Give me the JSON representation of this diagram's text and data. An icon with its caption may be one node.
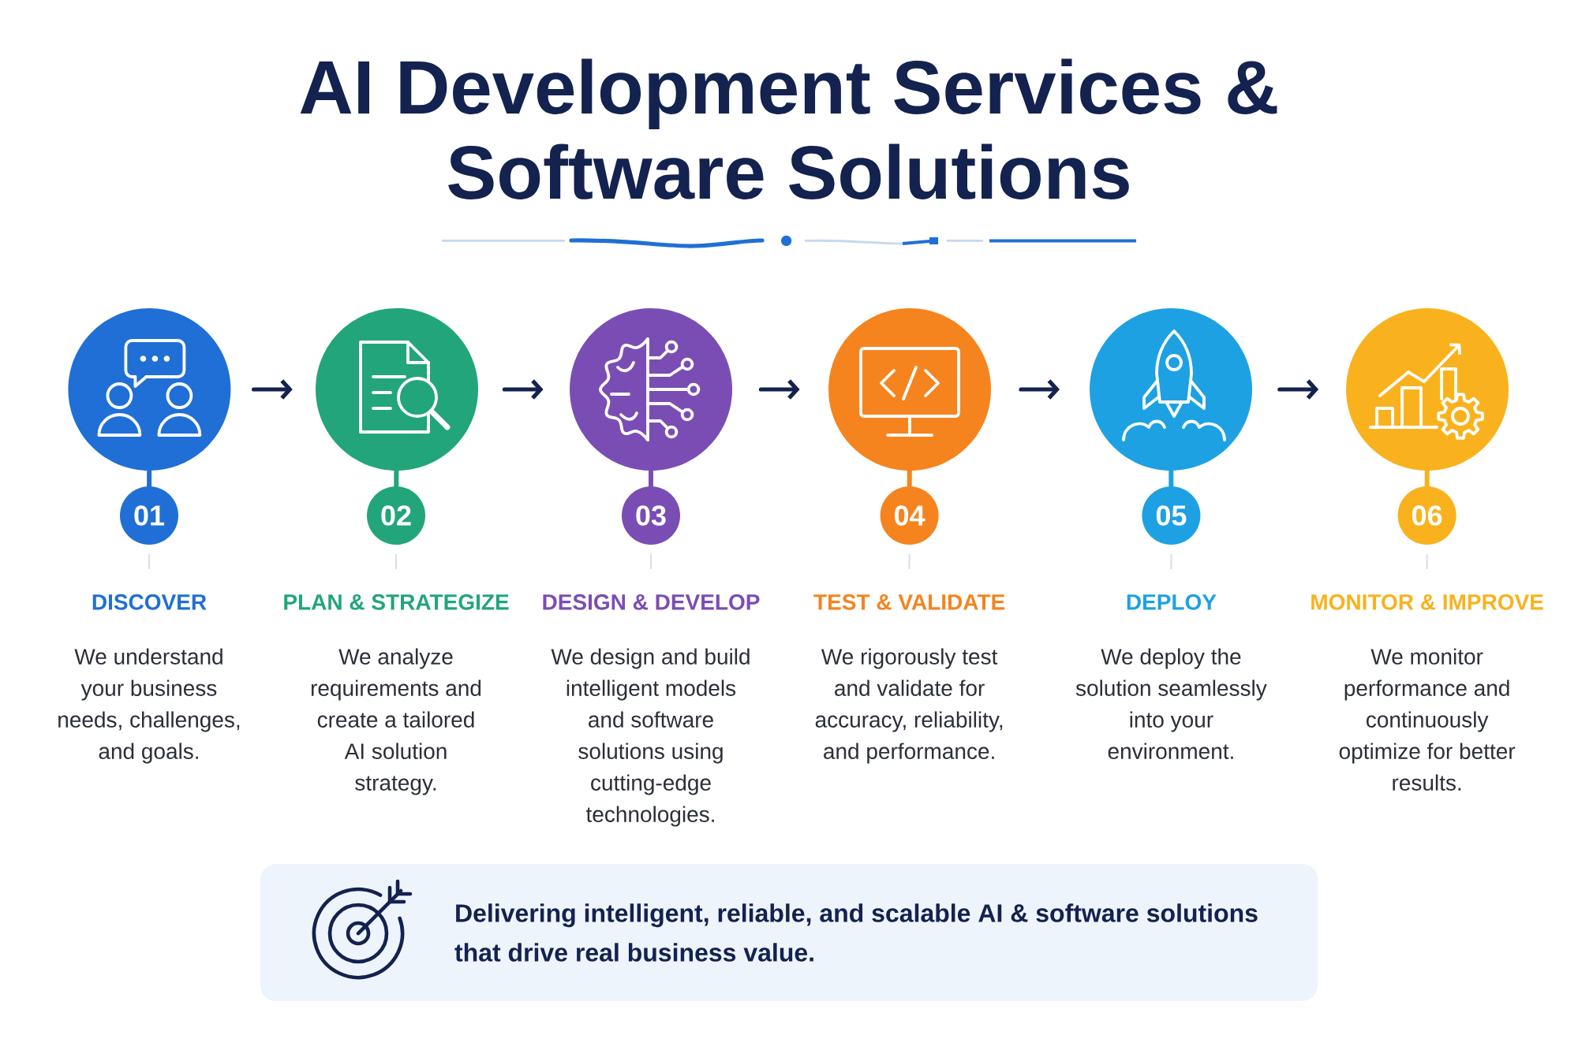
{
  "diagram": {
    "title": "AI Development Services & Software Solutions",
    "nodes": [
      {
        "text": [],
        "shape": "circle"
      },
      {
        "text": [
          "01"
        ],
        "beside": [
          "DISCOVER",
          "We understand your business needs, challenges, and goals."
        ]
      },
      {
        "text": [],
        "shape": "circle"
      },
      {
        "text": [
          "02"
        ],
        "beside": [
          "PLAN & STRATEGIZE",
          "We analyze requirements and create a tailored AI solution strategy."
        ]
      },
      {
        "text": [],
        "shape": "circle"
      },
      {
        "text": [
          "03"
        ],
        "beside": [
          "DESIGN & DEVELOP",
          "We design and build intelligent models and software solutions using cutting-edge technologies."
        ]
      },
      {
        "text": [],
        "shape": "circle"
      },
      {
        "text": [
          "04"
        ],
        "beside": [
          "TEST & VALIDATE",
          "We rigorously test and validate for accuracy, reliability, and performance."
        ]
      },
      {
        "text": [],
        "shape": "circle"
      },
      {
        "text": [
          "05"
        ],
        "beside": [
          "DEPLOY",
          "We deploy the solution seamlessly into your environment."
        ]
      },
      {
        "text": [],
        "shape": "circle"
      },
      {
        "text": [
          "06"
        ],
        "beside": [
          "MONITOR & IMPROVE",
          "We monitor performance and continuously optimize for better results."
        ]
      },
      {
        "text": [
          "Delivering intelligent, reliable, and scalable AI & software solutions that drive real business value."
        ]
      }
    ],
    "edges": [
      {
        "from": 0,
        "to": 2,
        "arrow": "to"
      },
      {
        "from": 2,
        "to": 4,
        "arrow": "to"
      },
      {
        "from": 4,
        "to": 6,
        "arrow": "to"
      },
      {
        "from": 6,
        "to": 8,
        "arrow": "to"
      },
      {
        "from": 8,
        "to": 10,
        "arrow": "to"
      },
      {
        "from": 0,
        "to": 1,
        "arrow": "none",
        "color": "#1f6fd6"
      },
      {
        "from": 2,
        "to": 3,
        "arrow": "none",
        "color": "#22a57a"
      },
      {
        "from": 4,
        "to": 5,
        "arrow": "none",
        "color": "#7a4db5"
      },
      {
        "from": 6,
        "to": 7,
        "arrow": "none",
        "color": "#f5841f"
      },
      {
        "from": 8,
        "to": 9,
        "arrow": "none",
        "color": "#1da1e2"
      },
      {
        "from": 10,
        "to": 11,
        "arrow": "none",
        "color": "#f9b21e"
      }
    ]
  }
}
